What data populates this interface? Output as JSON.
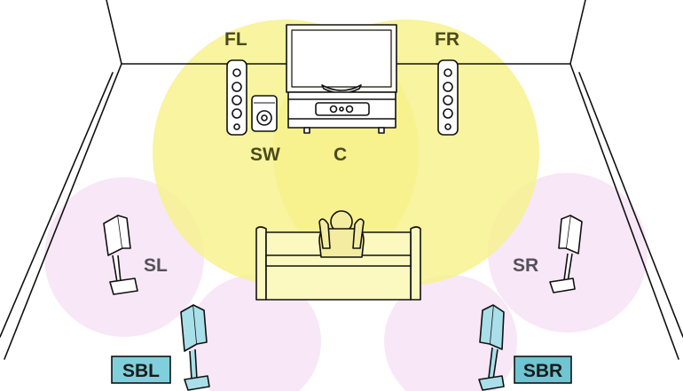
{
  "labels": {
    "fl": "FL",
    "fr": "FR",
    "sw": "SW",
    "c": "C",
    "sl": "SL",
    "sr": "SR",
    "sbl": "SBL",
    "sbr": "SBR"
  },
  "colors": {
    "front_zone": "#f6f28a",
    "surround_zone": "#f7e6f7",
    "back_speaker": "#a9dfe9",
    "sbl_box": "#7fd0dc",
    "sbr_box": "#6fc5d2",
    "outline": "#111111"
  }
}
